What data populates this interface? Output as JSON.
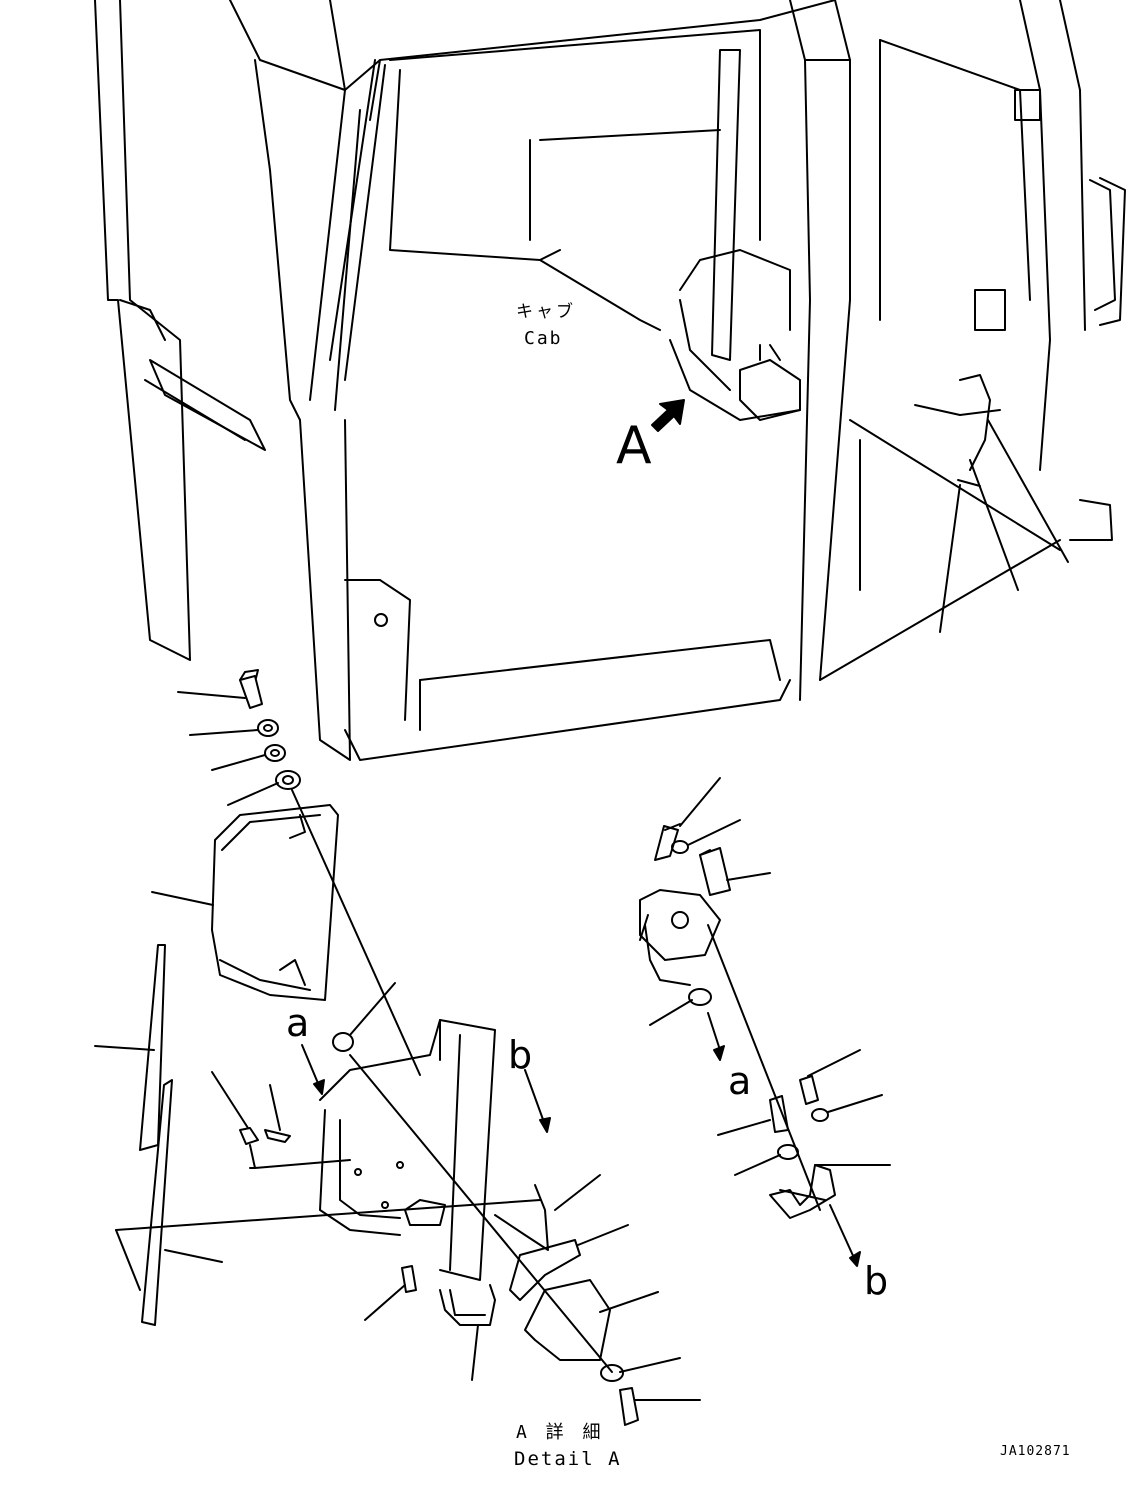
{
  "labels": {
    "cab_jp": "キャブ",
    "cab_en": "Cab",
    "view_marker": "A",
    "ref_a_upper": "a",
    "ref_b_upper": "b",
    "ref_a_lower": "a",
    "ref_b_lower": "b",
    "detail_jp": "A 詳 細",
    "detail_en": "Detail A",
    "drawing_code": "JA102871"
  },
  "icons": [
    "view-arrow-icon",
    "direction-arrow-icon"
  ],
  "colors": {
    "line": "#000000",
    "background": "#ffffff"
  }
}
